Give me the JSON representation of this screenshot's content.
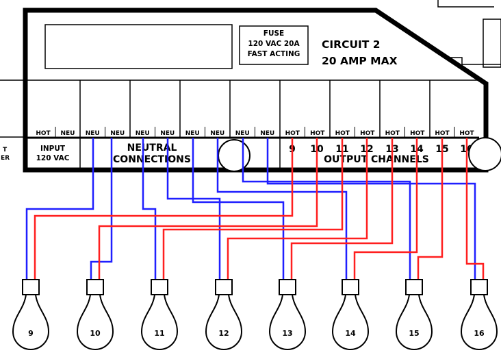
{
  "fuse": {
    "line1": "FUSE",
    "line2": "120 VAC  20A",
    "line3": "FAST ACTING"
  },
  "circuit": {
    "title": "CIRCUIT 2",
    "rating": "20 AMP MAX"
  },
  "left_partial": {
    "line1": "T",
    "line2": "ER"
  },
  "input": {
    "line1": "INPUT",
    "line2": "120 VAC",
    "terminals": [
      "HOT",
      "NEU"
    ]
  },
  "neutral": {
    "line1": "NEUTRAL",
    "line2": "CONNECTIONS",
    "terminals": [
      "NEU",
      "NEU",
      "NEU",
      "NEU",
      "NEU",
      "NEU",
      "NEU",
      "NEU"
    ]
  },
  "output": {
    "label": "OUTPUT CHANNELS",
    "terminals": [
      "HOT",
      "HOT",
      "HOT",
      "HOT",
      "HOT",
      "HOT",
      "HOT",
      "HOT"
    ],
    "channels": [
      "9",
      "10",
      "11",
      "12",
      "13",
      "14",
      "15",
      "16"
    ]
  },
  "bulbs": [
    "9",
    "10",
    "11",
    "12",
    "13",
    "14",
    "15",
    "16"
  ],
  "colors": {
    "hot_wire": "#ff1f1f",
    "neutral_wire": "#1f1fff",
    "outline": "#000000"
  }
}
